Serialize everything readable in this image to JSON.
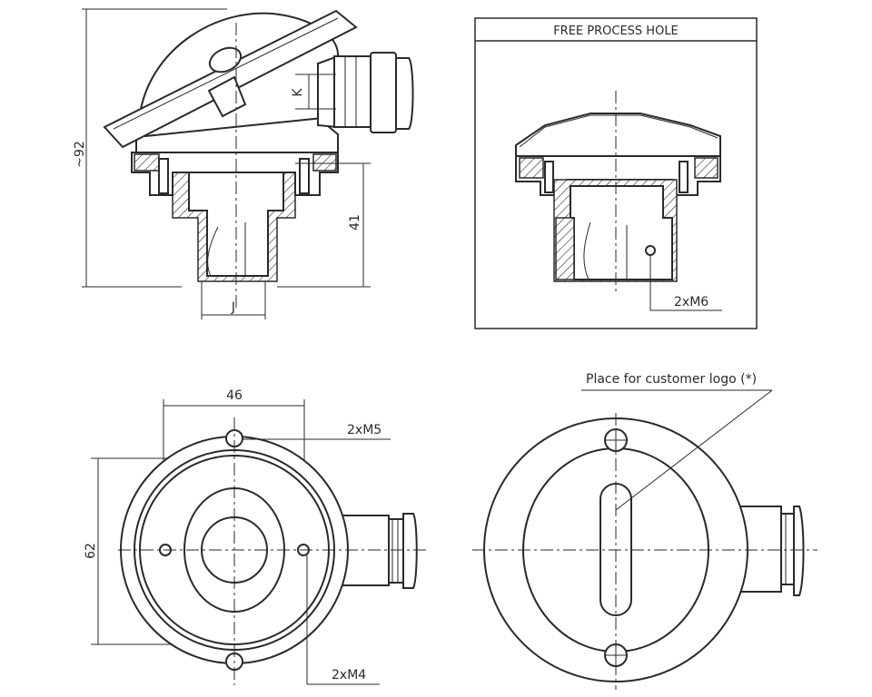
{
  "top_left_view": {
    "dim_height_total": "~92",
    "dim_height_lower": "41",
    "dim_k": "K",
    "dim_j": "J"
  },
  "top_right_view": {
    "panel_title": "FREE PROCESS HOLE",
    "callout_holes": "2xM6"
  },
  "bottom_left_view": {
    "dim_width": "46",
    "dim_height": "62",
    "callout_m5": "2xM5",
    "callout_m4": "2xM4"
  },
  "bottom_right_view": {
    "callout_logo": "Place for customer logo (*)"
  }
}
